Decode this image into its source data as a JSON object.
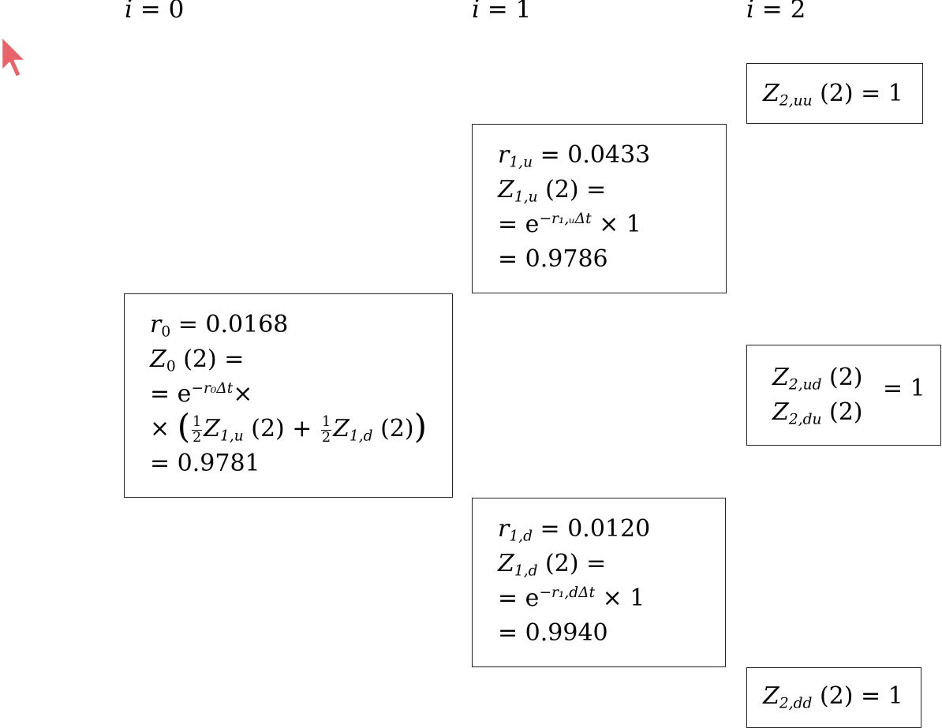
{
  "headers": {
    "i0": {
      "var": "i",
      "rest": " = 0"
    },
    "i1": {
      "var": "i",
      "rest": " = 1"
    },
    "i2": {
      "var": "i",
      "rest": " = 2"
    }
  },
  "node_0": {
    "r_var": "r",
    "r_sub": "0",
    "r_value": " = 0.0168",
    "z_var": "Z",
    "z_sub": "0",
    "z_rest": " (2) =",
    "exp_prefix": "= e",
    "exp_sup": "−r₀Δt",
    "exp_suffix": "×",
    "times": "× ",
    "half_num": "1",
    "half_den": "2",
    "z1u_var": "Z",
    "z1u_sub": "1,u",
    "z1u_rest": " (2) + ",
    "z1d_var": "Z",
    "z1d_sub": "1,d",
    "z1d_rest": " (2)",
    "result": "= 0.9781"
  },
  "node_1u": {
    "r_var": "r",
    "r_sub": "1,u",
    "r_value": " = 0.0433",
    "z_var": "Z",
    "z_sub": "1,u",
    "z_rest": " (2) =",
    "exp_prefix": "= e",
    "exp_sup": "−r₁,ᵤΔt",
    "exp_suffix": " × 1",
    "result": "= 0.9786"
  },
  "node_1d": {
    "r_var": "r",
    "r_sub": "1,d",
    "r_value": " = 0.0120",
    "z_var": "Z",
    "z_sub": "1,d",
    "z_rest": " (2) =",
    "exp_prefix": "= e",
    "exp_sup": "−r₁,dΔt",
    "exp_suffix": " × 1",
    "result": "= 0.9940"
  },
  "node_2uu": {
    "z_var": "Z",
    "z_sub": "2,uu",
    "z_rest": " (2) = 1"
  },
  "node_2ud_du": {
    "z_ud_var": "Z",
    "z_ud_sub": "2,ud",
    "z_ud_rest": " (2)",
    "z_du_var": "Z",
    "z_du_sub": "2,du",
    "z_du_rest": " (2)",
    "equals": "= 1"
  },
  "node_2dd": {
    "z_var": "Z",
    "z_sub": "2,dd",
    "z_rest": " (2) = 1"
  },
  "colors": {
    "border": "#222222",
    "cursor": "#e8636a"
  },
  "icons": {
    "cursor": "mouse-pointer-icon"
  }
}
